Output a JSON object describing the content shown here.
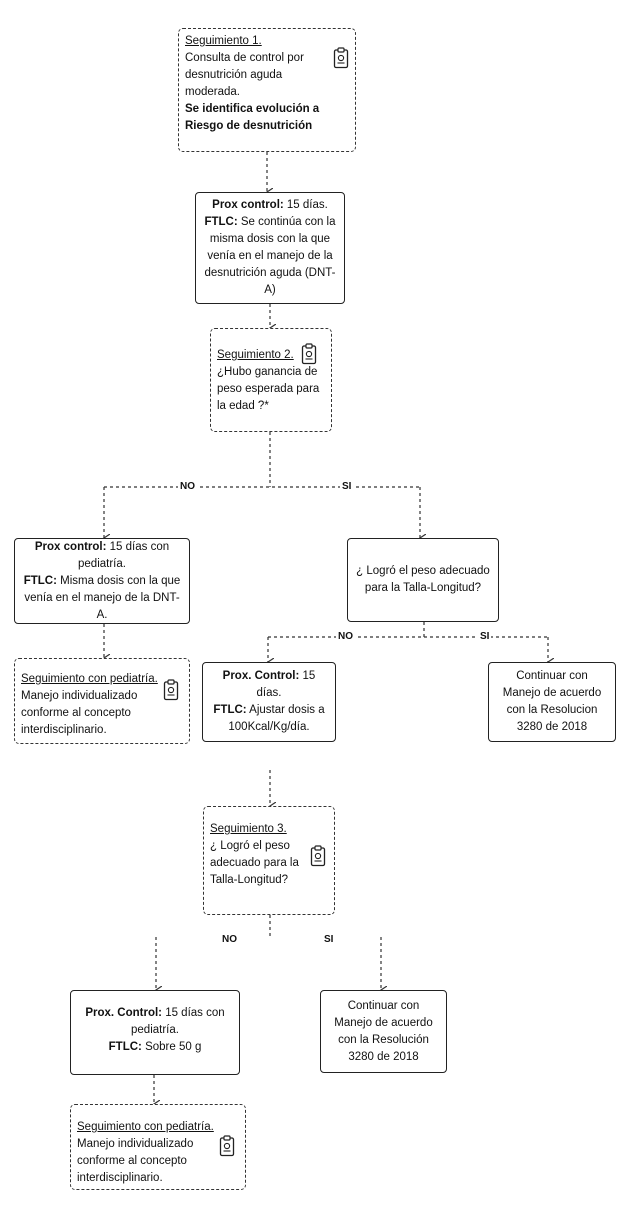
{
  "seg1": {
    "title": "Seguimiento 1.",
    "line1": "Consulta de control por desnutrición aguda moderada.",
    "line2": "Se identifica evolución a Riesgo de desnutrición"
  },
  "box2": {
    "label1": "Prox control:",
    "text1": " 15 días.",
    "label2": "FTLC:",
    "text2": " Se continúa con la misma dosis con la que venía en el manejo de la desnutrición aguda (DNT-A)"
  },
  "seg2": {
    "title": "Seguimiento 2.",
    "question": "¿Hubo ganancia de peso esperada para la edad ?*"
  },
  "branch1": {
    "no": "NO",
    "si": "SI"
  },
  "leftBox": {
    "label1": "Prox control:",
    "text1": " 15 días con pediatría.",
    "label2": "FTLC:",
    "text2": " Misma dosis con la que venía en el manejo de la DNT-A."
  },
  "rightQ": {
    "text": "¿ Logró el peso adecuado para la Talla-Longitud?"
  },
  "segPed1": {
    "title": "Seguimiento con pediatría.",
    "text": "Manejo individualizado conforme al concepto interdisciplinario."
  },
  "branch2": {
    "no": "NO",
    "si": "SI"
  },
  "midBox": {
    "label1": "Prox. Control:",
    "text1": " 15 días.",
    "label2": "FTLC:",
    "text2": " Ajustar dosis a 100Kcal/Kg/día."
  },
  "contBox1": {
    "text": "Continuar con Manejo de acuerdo con la Resolucion 3280 de 2018"
  },
  "seg3": {
    "title": "Seguimiento 3.",
    "question": "¿ Logró el peso adecuado para la Talla-Longitud?"
  },
  "branch3": {
    "no": "NO",
    "si": "SI"
  },
  "finalLeft": {
    "label1": "Prox. Control:",
    "text1": " 15 días con pediatría.",
    "label2": "FTLC:",
    "text2": " Sobre 50 g"
  },
  "contBox2": {
    "text": "Continuar con Manejo de acuerdo con la Resolución 3280 de 2018"
  },
  "segPed2": {
    "title": "Seguimiento con pediatría.",
    "text": "Manejo individualizado conforme al concepto interdisciplinario."
  }
}
